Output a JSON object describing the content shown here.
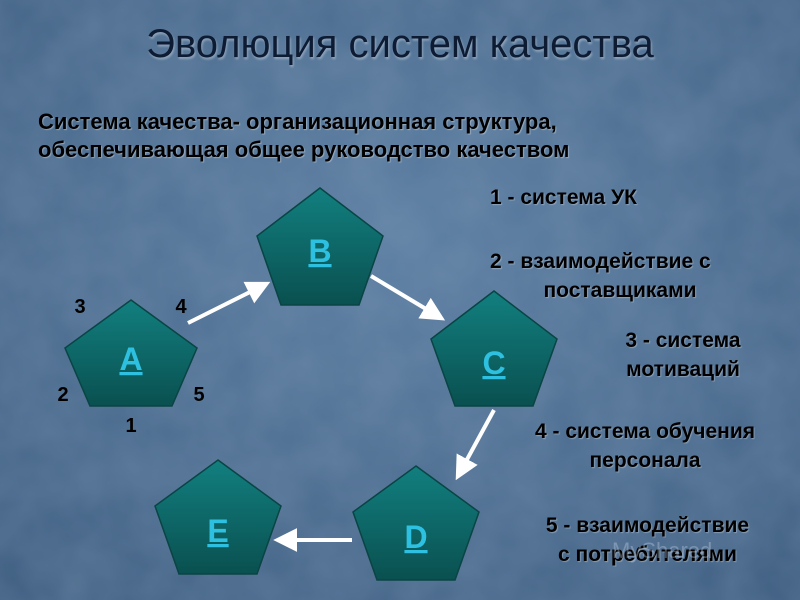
{
  "title": "Эволюция систем качества",
  "subtitle_line1": "Система качества- организационная структура,",
  "subtitle_line2": "обеспечивающая общее руководство качеством",
  "nodes": {
    "a": "A",
    "b": "B",
    "c": "C",
    "d": "D",
    "e": "E"
  },
  "edge_numbers": {
    "n1": "1",
    "n2": "2",
    "n3": "3",
    "n4": "4",
    "n5": "5"
  },
  "legend": {
    "item1": "1 - система УК",
    "item2_line1": "2 - взаимодействие с",
    "item2_line2": "поставщиками",
    "item3_line1": "3 - система",
    "item3_line2": "мотиваций",
    "item4_line1": "4 - система обучения",
    "item4_line2": "персонала",
    "item5_line1": "5 - взаимодействие",
    "item5_line2": "с потребителями"
  },
  "watermark": "MyShared",
  "colors": {
    "background": "#4b6d90",
    "pentagon": "#0e6b6b",
    "node_label": "#2ec0e0",
    "arrow": "#ffffff"
  }
}
